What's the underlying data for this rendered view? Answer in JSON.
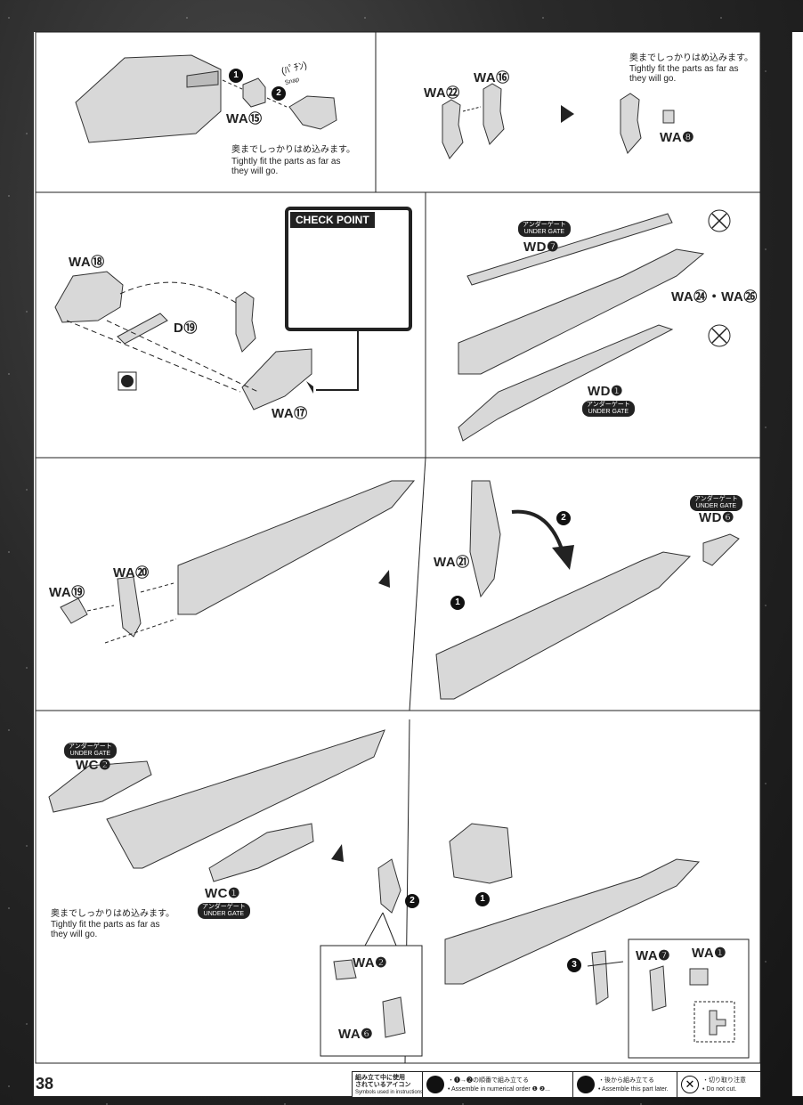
{
  "page_number": "38",
  "note_text_jp": "奥までしっかりはめ込みます。",
  "note_text_en": [
    "Tightly fit the parts as far as",
    "they will go."
  ],
  "under_gate_jp": "アンダーゲート",
  "under_gate_en": "UNDER GATE",
  "check_point": "CHECK POINT",
  "snap_jp": "(ﾊﾟﾁﾝ)",
  "snap_en": "Snap",
  "parts": {
    "wa15": "WA⑮",
    "wa22": "WA㉒",
    "wa16": "WA⑯",
    "wa8": "WA❽",
    "wa18": "WA⑱",
    "d19": "D⑲",
    "wa17": "WA⑰",
    "wd7": "WD❼",
    "wa24_26": "WA㉔・WA㉖",
    "wd1": "WD❶",
    "wa20": "WA⑳",
    "wa19": "WA⑲",
    "wa21": "WA㉑",
    "wd6": "WD❻",
    "wc2": "WC❷",
    "wc1": "WC❶",
    "wa2": "WA❷",
    "wa6": "WA❻",
    "wa7": "WA❼",
    "wa1": "WA❶"
  },
  "steps": {
    "s1": "1",
    "s2": "2",
    "s3": "3"
  },
  "legend": {
    "title_jp": [
      "組み立て中に使用",
      "されているアイコン"
    ],
    "title_en": "Symbols used in instructions",
    "numeric_jp": "・❶→❷の順番で組み立てる",
    "numeric_en": "• Assemble in numerical order ❶ ❷...",
    "later_jp": "・後から組み立てる",
    "later_en": "• Assemble this part later.",
    "nocut_jp": "・切り取り注意",
    "nocut_en": "• Do not cut."
  }
}
